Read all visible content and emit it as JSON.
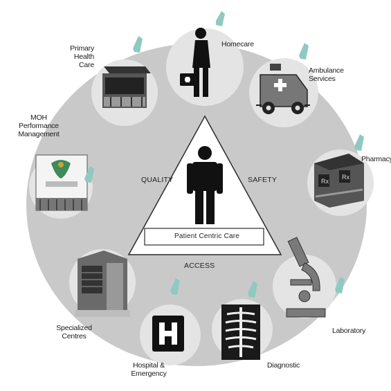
{
  "center": {
    "pillars": {
      "left": "QUALITY",
      "right": "SAFETY",
      "bottom": "ACCESS"
    },
    "core_label": "Patient Centric Care"
  },
  "nodes": [
    {
      "id": "primary-health-care",
      "lines": [
        "Primary",
        "Health Care"
      ]
    },
    {
      "id": "homecare",
      "lines": [
        "Homecare"
      ]
    },
    {
      "id": "ambulance-services",
      "lines": [
        "Ambulance",
        "Services"
      ]
    },
    {
      "id": "pharmacy",
      "lines": [
        "Pharmacy"
      ]
    },
    {
      "id": "laboratory",
      "lines": [
        "Laboratory"
      ]
    },
    {
      "id": "diagnostic",
      "lines": [
        "Diagnostic"
      ]
    },
    {
      "id": "hospital-emergency",
      "lines": [
        "Hospital &",
        "Emergency"
      ]
    },
    {
      "id": "specialized-centres",
      "lines": [
        "Specialized",
        "Centres"
      ]
    },
    {
      "id": "moh-performance-management",
      "lines": [
        "MOH",
        "Performance",
        "Management"
      ]
    }
  ],
  "colors": {
    "ring": "#c9c9c9",
    "node_disc": "#e4e4e4",
    "check": "#8fc9c0",
    "triangle": "#ffffff",
    "figure": "#111111"
  }
}
